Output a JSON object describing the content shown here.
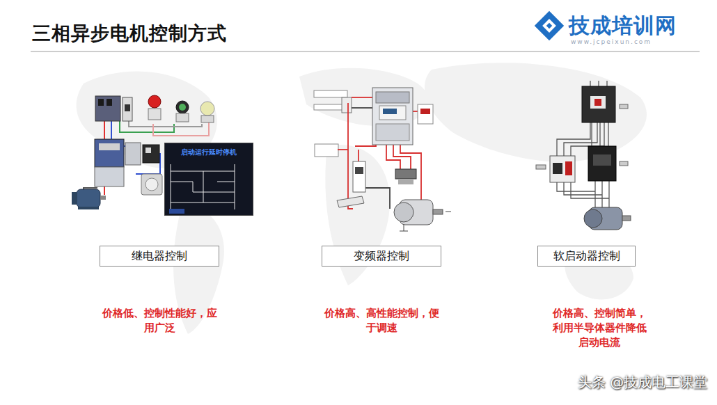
{
  "diagram": {
    "title": "三相异步电机控制方式",
    "nodes": [
      {
        "text": [
          "启动运行延时停机"
        ]
      },
      {
        "text": [
          "继电器控制"
        ]
      },
      {
        "text": [
          "变频器控制"
        ]
      },
      {
        "text": [
          "软启动器控制"
        ]
      }
    ],
    "labels": [
      "技成培训网",
      "www.jcpeixun.com",
      "价格低、控制性能好，应用广泛",
      "价格高、高性能控制，便于调速",
      "价格高、控制简单，利用半导体器件降低启动电流",
      "头条 @技成电工课堂"
    ]
  }
}
